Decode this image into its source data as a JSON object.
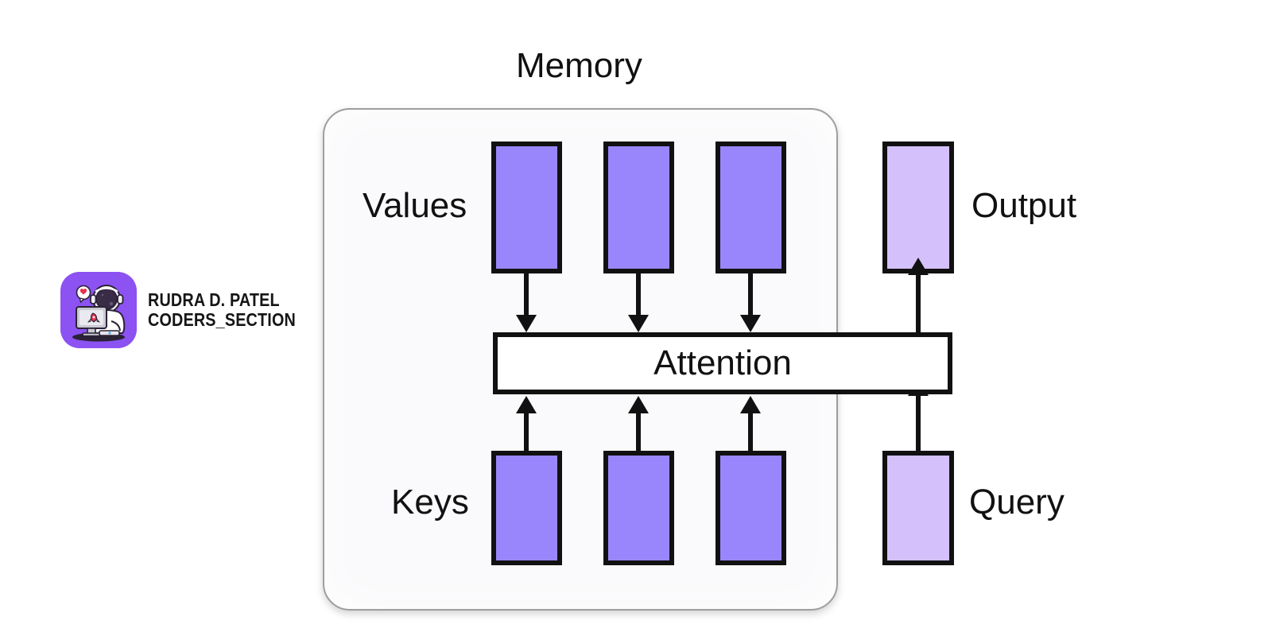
{
  "branding": {
    "logo_icon": "astronaut-computer-icon",
    "logo_bg_color": "#8c52f2",
    "name": "RUDRA D. PATEL",
    "handle": "CODERS_SECTION"
  },
  "diagram": {
    "title": "Memory",
    "attention": {
      "label": "Attention"
    },
    "labels": {
      "values": "Values",
      "keys": "Keys",
      "output": "Output",
      "query": "Query"
    },
    "colors": {
      "memory_fill": "#9a86fc",
      "io_fill": "#d4c1fc",
      "card_bg": "#faf9fb",
      "card_border": "#9e9e9e",
      "stroke": "#111111",
      "attention_fill": "#ffffff"
    },
    "values_cells": [
      "",
      "",
      ""
    ],
    "keys_cells": [
      "",
      "",
      ""
    ],
    "arrows": {
      "values_to_attention": "down-arrow-icon",
      "keys_to_attention": "up-arrow-icon",
      "query_to_attention": "up-arrow-icon",
      "attention_to_output": "up-arrow-icon"
    }
  }
}
